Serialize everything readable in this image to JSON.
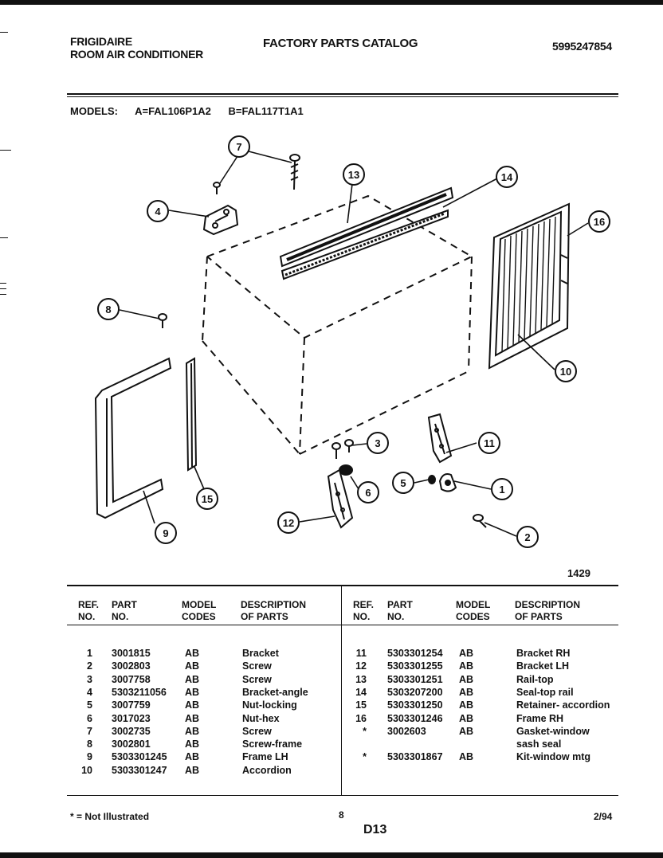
{
  "header": {
    "brand_line1": "FRIGIDAIRE",
    "brand_line2": "ROOM AIR CONDITIONER",
    "title": "FACTORY PARTS CATALOG",
    "catalog_number": "5995247854"
  },
  "models": {
    "label": "MODELS:",
    "model_a": "A=FAL106P1A2",
    "model_b": "B=FAL117T1A1"
  },
  "diagram": {
    "figure_number": "1429",
    "callouts": [
      "1",
      "2",
      "3",
      "4",
      "5",
      "6",
      "7",
      "8",
      "9",
      "10",
      "11",
      "12",
      "13",
      "14",
      "15",
      "16"
    ]
  },
  "table": {
    "headers": {
      "ref_line1": "REF.",
      "ref_line2": "NO.",
      "part_line1": "PART",
      "part_line2": "NO.",
      "model_line1": "MODEL",
      "model_line2": "CODES",
      "desc_line1": "DESCRIPTION",
      "desc_line2": "OF PARTS"
    },
    "left_rows": [
      {
        "ref": "1",
        "part": "3001815",
        "codes": "AB",
        "desc": "Bracket"
      },
      {
        "ref": "2",
        "part": "3002803",
        "codes": "AB",
        "desc": "Screw"
      },
      {
        "ref": "3",
        "part": "3007758",
        "codes": "AB",
        "desc": "Screw"
      },
      {
        "ref": "4",
        "part": "5303211056",
        "codes": "AB",
        "desc": "Bracket-angle"
      },
      {
        "ref": "5",
        "part": "3007759",
        "codes": "AB",
        "desc": "Nut-locking"
      },
      {
        "ref": "6",
        "part": "3017023",
        "codes": "AB",
        "desc": "Nut-hex"
      },
      {
        "ref": "7",
        "part": "3002735",
        "codes": "AB",
        "desc": "Screw"
      },
      {
        "ref": "8",
        "part": "3002801",
        "codes": "AB",
        "desc": "Screw-frame"
      },
      {
        "ref": "9",
        "part": "5303301245",
        "codes": "AB",
        "desc": "Frame LH"
      },
      {
        "ref": "10",
        "part": "5303301247",
        "codes": "AB",
        "desc": "Accordion"
      }
    ],
    "right_rows": [
      {
        "ref": "11",
        "part": "5303301254",
        "codes": "AB",
        "desc": "Bracket RH"
      },
      {
        "ref": "12",
        "part": "5303301255",
        "codes": "AB",
        "desc": "Bracket LH"
      },
      {
        "ref": "13",
        "part": "5303301251",
        "codes": "AB",
        "desc": "Rail-top"
      },
      {
        "ref": "14",
        "part": "5303207200",
        "codes": "AB",
        "desc": "Seal-top rail"
      },
      {
        "ref": "15",
        "part": "5303301250",
        "codes": "AB",
        "desc": "Retainer- accordion"
      },
      {
        "ref": "16",
        "part": "5303301246",
        "codes": "AB",
        "desc": "Frame RH"
      },
      {
        "ref": "*",
        "part": "3002603",
        "codes": "AB",
        "desc": "Gasket-window"
      },
      {
        "ref": "",
        "part": "",
        "codes": "",
        "desc": "sash seal"
      },
      {
        "ref": "*",
        "part": "5303301867",
        "codes": "AB",
        "desc": "Kit-window mtg"
      }
    ]
  },
  "footer": {
    "note": "* = Not Illustrated",
    "page_number": "8",
    "section": "D13",
    "date": "2/94"
  }
}
